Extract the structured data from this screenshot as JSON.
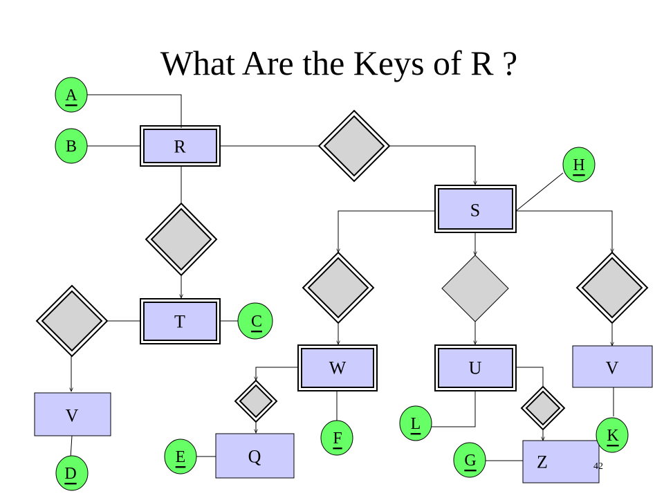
{
  "title": "What Are the Keys of R ?",
  "page_number": "42",
  "entities": {
    "R": "R",
    "S": "S",
    "T": "T",
    "W": "W",
    "U": "U",
    "V_right": "V",
    "V_left": "V",
    "Q": "Q",
    "Z": "Z"
  },
  "attributes": {
    "A": {
      "label": "A",
      "key": true
    },
    "B": {
      "label": "B",
      "key": false
    },
    "H": {
      "label": "H",
      "key": true
    },
    "C": {
      "label": "C",
      "key": true
    },
    "D": {
      "label": "D",
      "key": true
    },
    "E": {
      "label": "E",
      "key": true
    },
    "F": {
      "label": "F",
      "key": true
    },
    "L": {
      "label": "L",
      "key": true
    },
    "G": {
      "label": "G",
      "key": true
    },
    "K": {
      "label": "K",
      "key": true
    }
  }
}
